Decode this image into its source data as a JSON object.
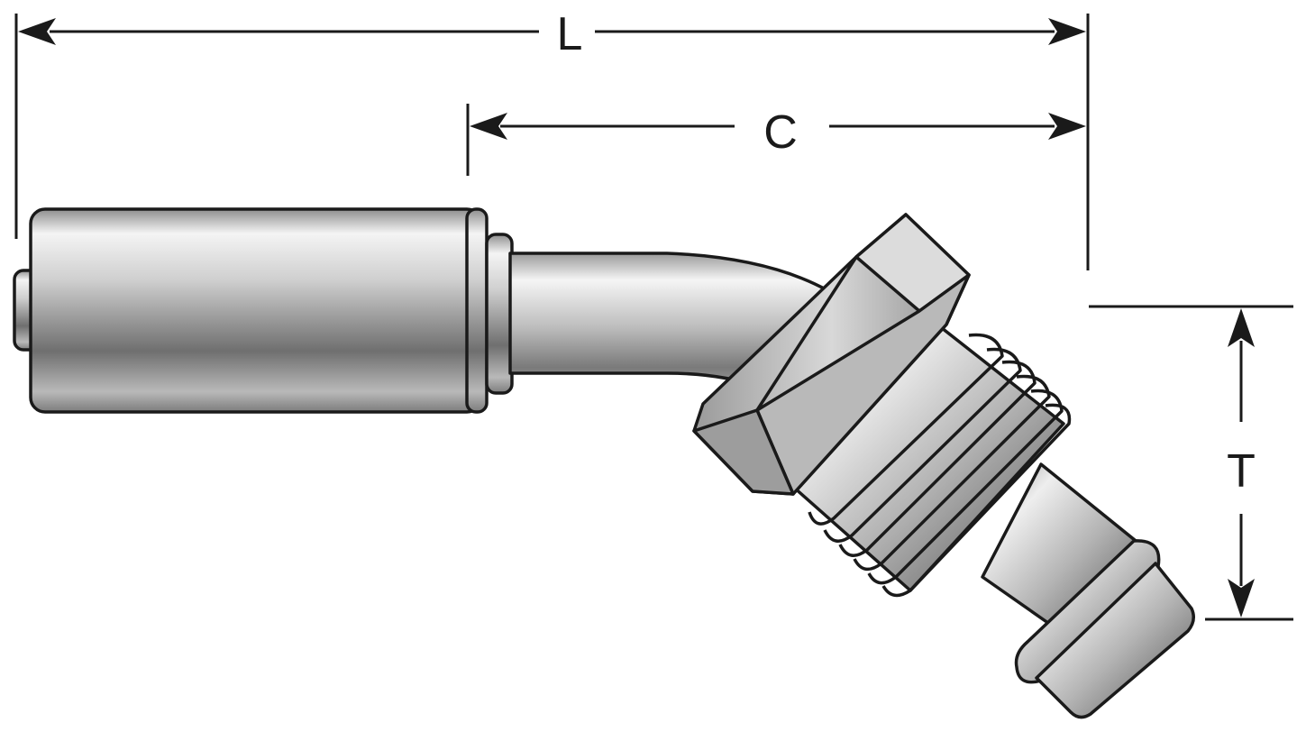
{
  "dimensions": {
    "length_label": "L",
    "center_label": "C",
    "thread_label": "T"
  },
  "colors": {
    "line": "#1a1a1a",
    "metal_light": "#f2f2f2",
    "metal_mid": "#a8a8a8",
    "metal_dark": "#6e6e6e"
  }
}
